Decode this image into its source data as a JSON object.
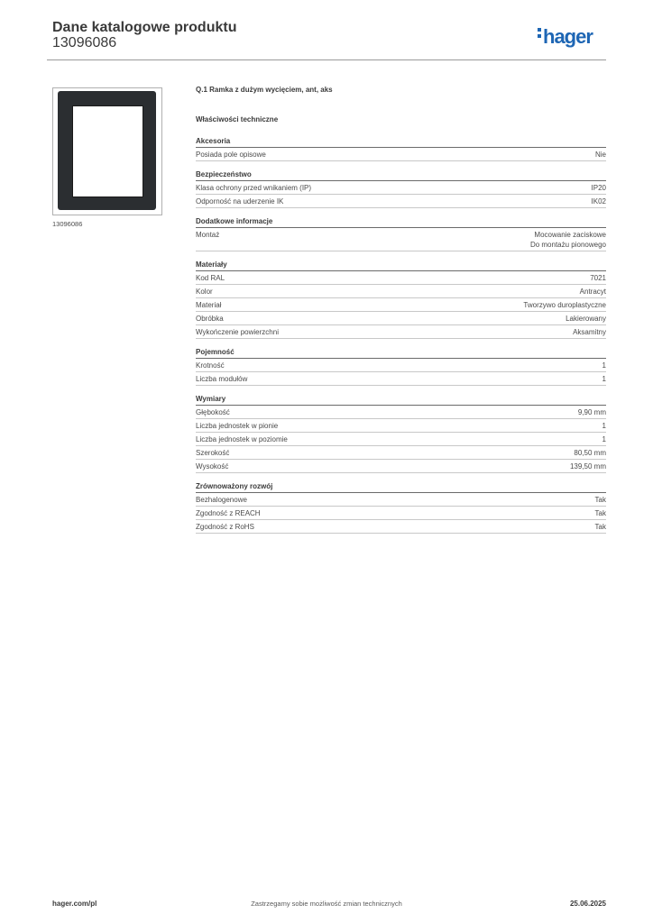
{
  "header": {
    "title": "Dane katalogowe produktu",
    "number": "13096086",
    "logo": "hager"
  },
  "image": {
    "caption": "13096086",
    "frame_color": "#2b2e31"
  },
  "product": {
    "name": "Q.1 Ramka z dużym wycięciem, ant, aks",
    "tech_heading": "Właściwości techniczne"
  },
  "sections": [
    {
      "title": "Akcesoria",
      "rows": [
        {
          "label": "Posiada pole opisowe",
          "value": "Nie"
        }
      ]
    },
    {
      "title": "Bezpieczeństwo",
      "rows": [
        {
          "label": "Klasa ochrony przed wnikaniem (IP)",
          "value": "IP20"
        },
        {
          "label": "Odporność na uderzenie IK",
          "value": "IK02"
        }
      ]
    },
    {
      "title": "Dodatkowe informacje",
      "rows": [
        {
          "label": "Montaż",
          "value": "Mocowanie zaciskowe",
          "value2": "Do montażu pionowego"
        }
      ]
    },
    {
      "title": "Materiały",
      "rows": [
        {
          "label": "Kod RAL",
          "value": "7021"
        },
        {
          "label": "Kolor",
          "value": "Antracyt"
        },
        {
          "label": "Materiał",
          "value": "Tworzywo duroplastyczne"
        },
        {
          "label": "Obróbka",
          "value": "Lakierowany"
        },
        {
          "label": "Wykończenie powierzchni",
          "value": "Aksamitny"
        }
      ]
    },
    {
      "title": "Pojemność",
      "rows": [
        {
          "label": "Krotność",
          "value": "1"
        },
        {
          "label": "Liczba modułów",
          "value": "1"
        }
      ]
    },
    {
      "title": "Wymiary",
      "rows": [
        {
          "label": "Głębokość",
          "value": "9,90 mm"
        },
        {
          "label": "Liczba jednostek w pionie",
          "value": "1"
        },
        {
          "label": "Liczba jednostek w poziomie",
          "value": "1"
        },
        {
          "label": "Szerokość",
          "value": "80,50 mm"
        },
        {
          "label": "Wysokość",
          "value": "139,50 mm"
        }
      ]
    },
    {
      "title": "Zrównoważony rozwój",
      "rows": [
        {
          "label": "Bezhalogenowe",
          "value": "Tak"
        },
        {
          "label": "Zgodność z REACH",
          "value": "Tak"
        },
        {
          "label": "Zgodność z RoHS",
          "value": "Tak"
        }
      ]
    }
  ],
  "footer": {
    "website": "hager.com/pl",
    "disclaimer": "Zastrzegamy sobie możliwość zmian technicznych",
    "date": "25.06.2025"
  }
}
